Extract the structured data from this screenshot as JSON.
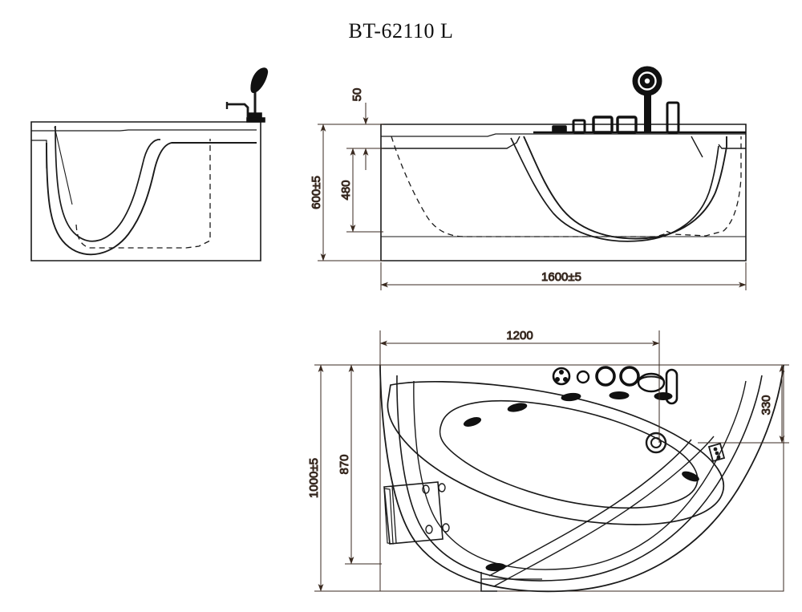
{
  "document": {
    "title": "BT-62110 L",
    "type": "technical-drawing",
    "subject": "corner whirlpool bathtub",
    "background_color": "#ffffff",
    "line_color": "#1a1a1a"
  },
  "views": {
    "side": {
      "name": "side-elevation-view",
      "label": "",
      "features": [
        "tub-outer-shell",
        "tub-inner-basin-profile",
        "hidden-bottom-dashed-outline",
        "handheld-shower-faucet"
      ]
    },
    "front": {
      "name": "front-elevation-view",
      "label": "",
      "features": [
        "tub-outer-shell",
        "tub-inner-basin-profile",
        "hidden-bottom-dashed-outline",
        "shower-head",
        "control-buttons",
        "spout",
        "diverter"
      ]
    },
    "plan": {
      "name": "top-plan-view",
      "label": "",
      "features": [
        "tub-outer-rim",
        "tub-inner-basin",
        "headrest-pillow",
        "massage-jets",
        "air-jet-control",
        "mixer-valves",
        "waterfall-spout",
        "handheld-shower-holder",
        "drain",
        "side-control-panel"
      ]
    }
  },
  "dimensions": {
    "front_height_total": "600±5",
    "front_height_inner": "480",
    "front_rim_thickness": "50",
    "front_length": "1600±5",
    "plan_width_total": "1000±5",
    "plan_width_inner": "870",
    "plan_length_inner": "1200",
    "plan_corner_offset": "330"
  },
  "colors": {
    "line": "#1a1a1a",
    "dim_line": "#3a2a20",
    "fill": "#ffffff",
    "solid_fixture": "#111111"
  }
}
